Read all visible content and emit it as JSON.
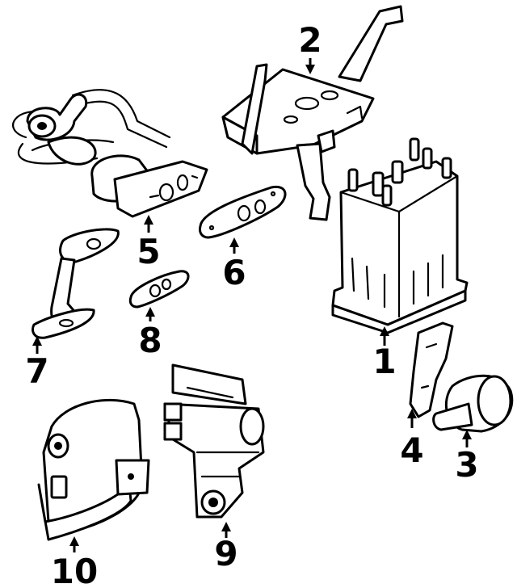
{
  "colors": {
    "line": "#000000",
    "paper": "#ffffff"
  },
  "callouts": [
    {
      "id": "1",
      "label": "1"
    },
    {
      "id": "2",
      "label": "2"
    },
    {
      "id": "3",
      "label": "3"
    },
    {
      "id": "4",
      "label": "4"
    },
    {
      "id": "5",
      "label": "5"
    },
    {
      "id": "6",
      "label": "6"
    },
    {
      "id": "7",
      "label": "7"
    },
    {
      "id": "8",
      "label": "8"
    },
    {
      "id": "9",
      "label": "9"
    },
    {
      "id": "10",
      "label": "10"
    }
  ]
}
